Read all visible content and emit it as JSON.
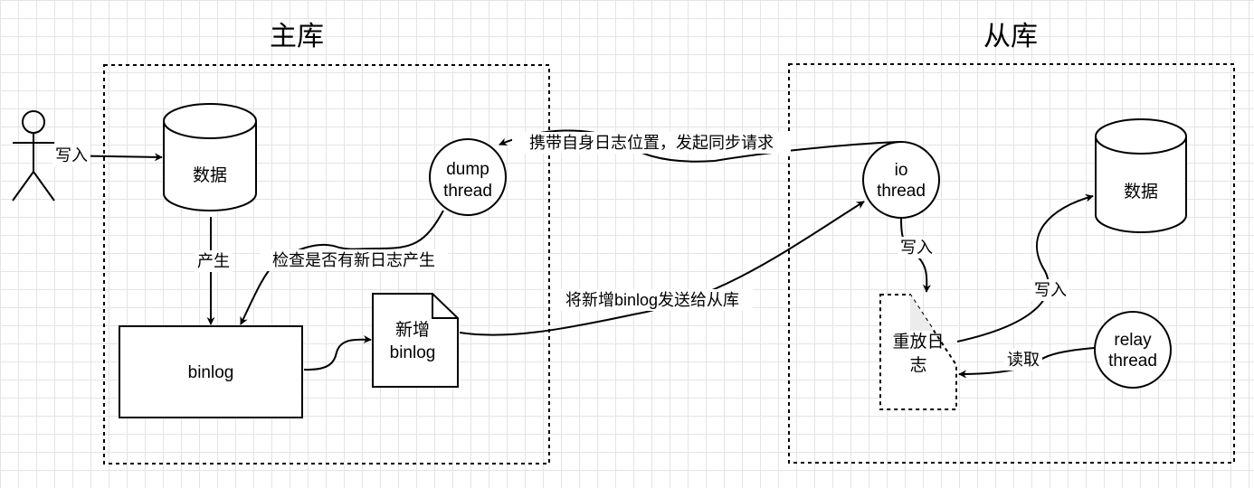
{
  "groups": {
    "master_title": "主库",
    "slave_title": "从库"
  },
  "nodes": {
    "master_db": "数据",
    "binlog": "binlog",
    "new_binlog_line1": "新增",
    "new_binlog_line2": "binlog",
    "dump_thread_line1": "dump",
    "dump_thread_line2": "thread",
    "io_thread_line1": "io",
    "io_thread_line2": "thread",
    "slave_db": "数据",
    "relay_log_line1": "重放日",
    "relay_log_line2": "志",
    "relay_thread_line1": "relay",
    "relay_thread_line2": "thread"
  },
  "edges": {
    "user_write": "写入",
    "produce": "产生",
    "check_new_log": "检查是否有新日志产生",
    "sync_request": "携带自身日志位置，发起同步请求",
    "send_binlog": "将新增binlog发送给从库",
    "io_write": "写入",
    "relay_write": "写入",
    "relay_read": "读取"
  }
}
